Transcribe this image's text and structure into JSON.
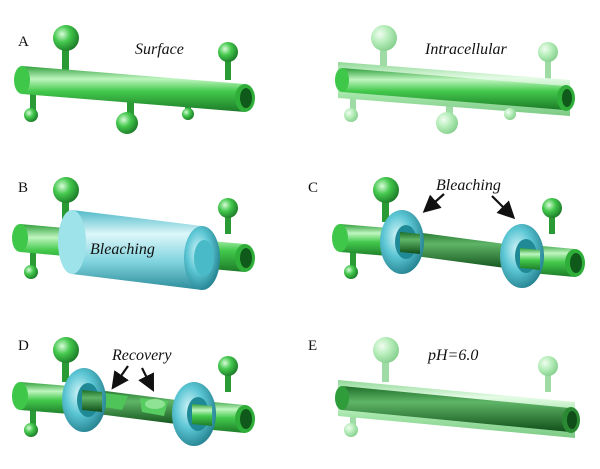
{
  "panels": [
    {
      "letter": "A",
      "caption": "Surface"
    },
    {
      "letter": "",
      "caption": "Intracellular"
    },
    {
      "letter": "B",
      "caption": "Bleaching"
    },
    {
      "letter": "C",
      "caption": "Bleaching"
    },
    {
      "letter": "D",
      "caption": "Recovery"
    },
    {
      "letter": "E",
      "caption": "pH=6.0"
    }
  ],
  "colors": {
    "tube_green": "#3fc74a",
    "tube_light": "#a6eaa6",
    "tube_dark": "#1d7a2a",
    "faded_green": "#9fe0a4",
    "bleach_cyan": "#58c8d6",
    "bleach_light": "#c6f0f5",
    "bleach_dark": "#2a8f9e"
  }
}
